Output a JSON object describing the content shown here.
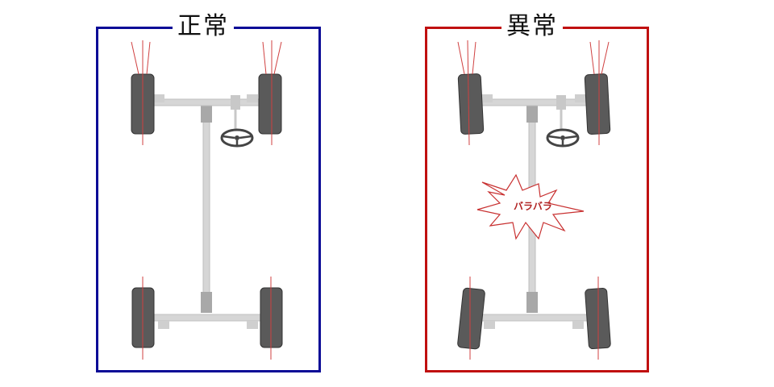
{
  "panels": [
    {
      "id": "normal",
      "title": "正常",
      "border_color": "#0a0a96",
      "front_wheels_tilt": "aligned",
      "rear_wheels_tilt": "aligned"
    },
    {
      "id": "abnormal",
      "title": "異常",
      "border_color": "#c01010",
      "front_wheels_tilt": "misaligned",
      "rear_wheels_tilt": "misaligned",
      "burst_label": "バラバラ"
    }
  ],
  "colors": {
    "alignment_line": "#d04040",
    "tire": "#555555",
    "axle": "#d0d0d0",
    "steering": "#444444"
  }
}
